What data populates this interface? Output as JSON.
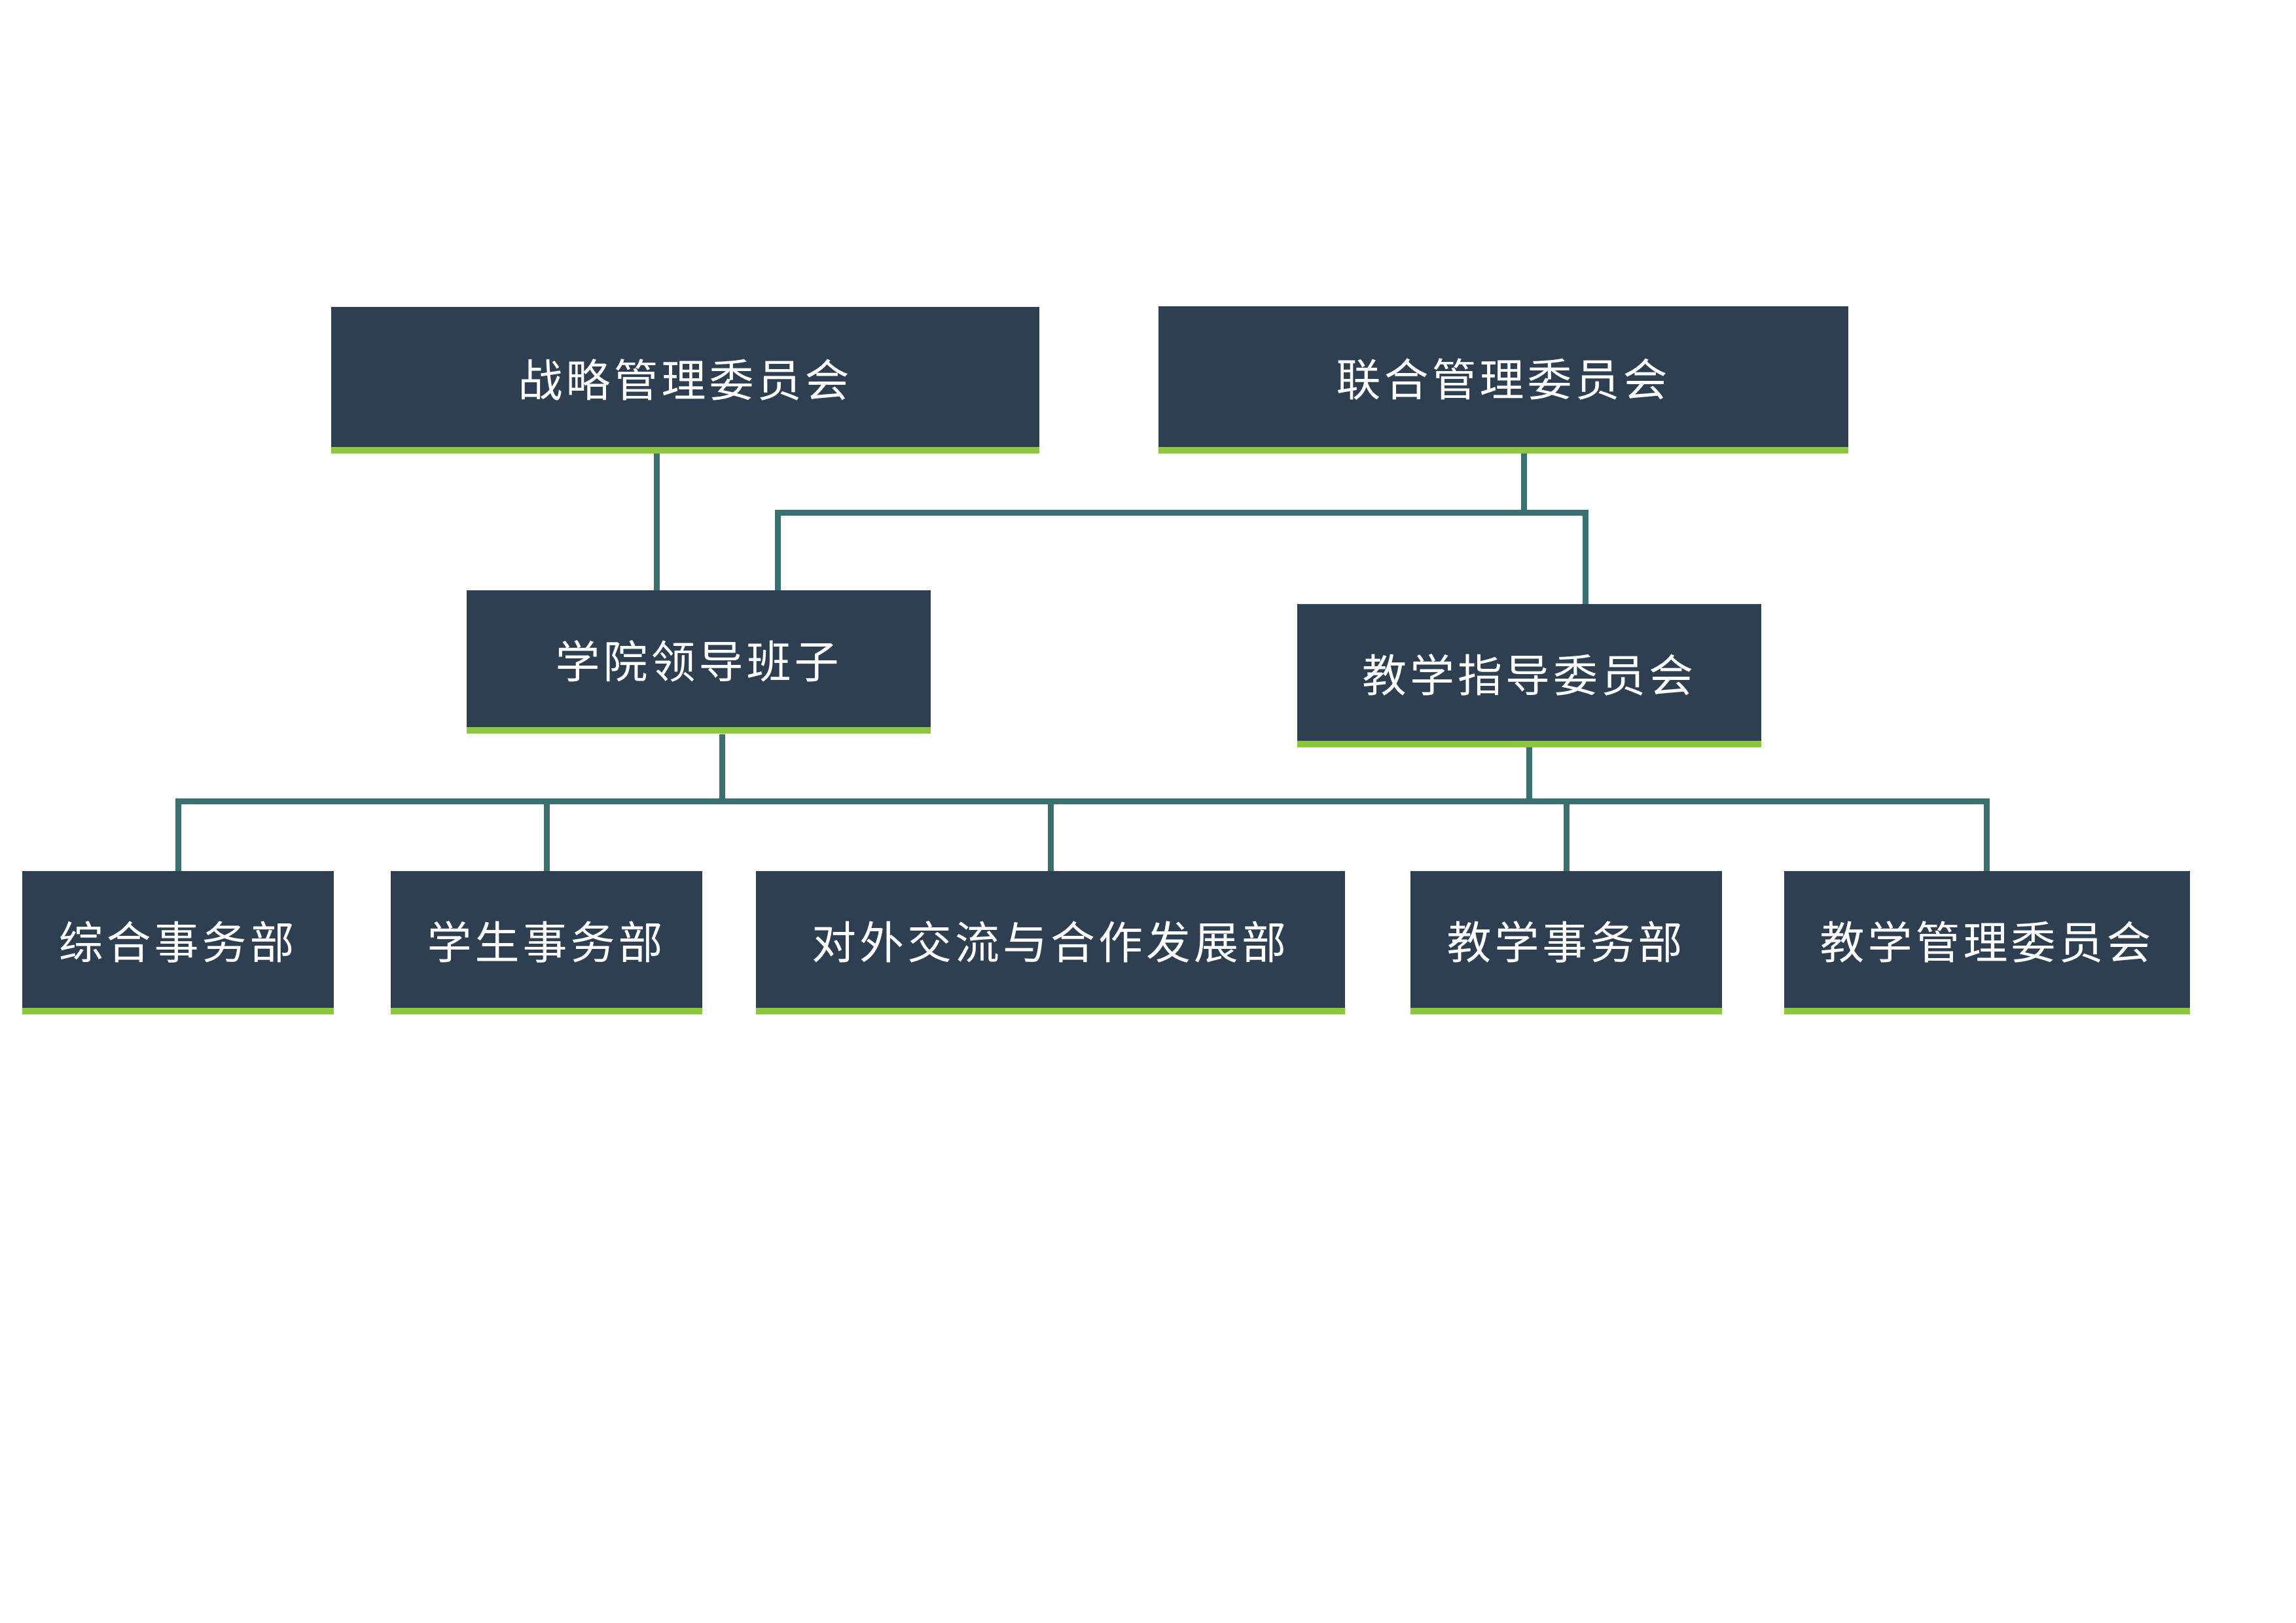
{
  "diagram": {
    "type": "org-chart",
    "background": "#ffffff",
    "colors": {
      "node_fill": "#2e3f51",
      "node_text": "#ffffff",
      "accent_underline": "#8dc63f",
      "connector": "#3a7070"
    },
    "nodes": [
      {
        "id": "strategic-management-committee",
        "label": "战略管理委员会",
        "level": 1
      },
      {
        "id": "joint-management-committee",
        "label": "联合管理委员会",
        "level": 1
      },
      {
        "id": "college-leadership-team",
        "label": "学院领导班子",
        "level": 2
      },
      {
        "id": "teaching-guidance-committee",
        "label": "教学指导委员会",
        "level": 2
      },
      {
        "id": "general-affairs-dept",
        "label": "综合事务部",
        "level": 3
      },
      {
        "id": "student-affairs-dept",
        "label": "学生事务部",
        "level": 3
      },
      {
        "id": "external-exchange-cooperation-dept",
        "label": "对外交流与合作发展部",
        "level": 3
      },
      {
        "id": "teaching-affairs-dept",
        "label": "教学事务部",
        "level": 3
      },
      {
        "id": "teaching-management-committee",
        "label": "教学管理委员会",
        "level": 3
      }
    ],
    "edges": [
      {
        "from": "strategic-management-committee",
        "to": "college-leadership-team"
      },
      {
        "from": "joint-management-committee",
        "to": "college-leadership-team"
      },
      {
        "from": "joint-management-committee",
        "to": "teaching-guidance-committee"
      },
      {
        "from": "college-leadership-team",
        "to": "shared-lower-rail"
      },
      {
        "from": "teaching-guidance-committee",
        "to": "shared-lower-rail"
      },
      {
        "from": "shared-lower-rail",
        "to": "general-affairs-dept"
      },
      {
        "from": "shared-lower-rail",
        "to": "student-affairs-dept"
      },
      {
        "from": "shared-lower-rail",
        "to": "external-exchange-cooperation-dept"
      },
      {
        "from": "shared-lower-rail",
        "to": "teaching-affairs-dept"
      },
      {
        "from": "shared-lower-rail",
        "to": "teaching-management-committee"
      }
    ]
  }
}
